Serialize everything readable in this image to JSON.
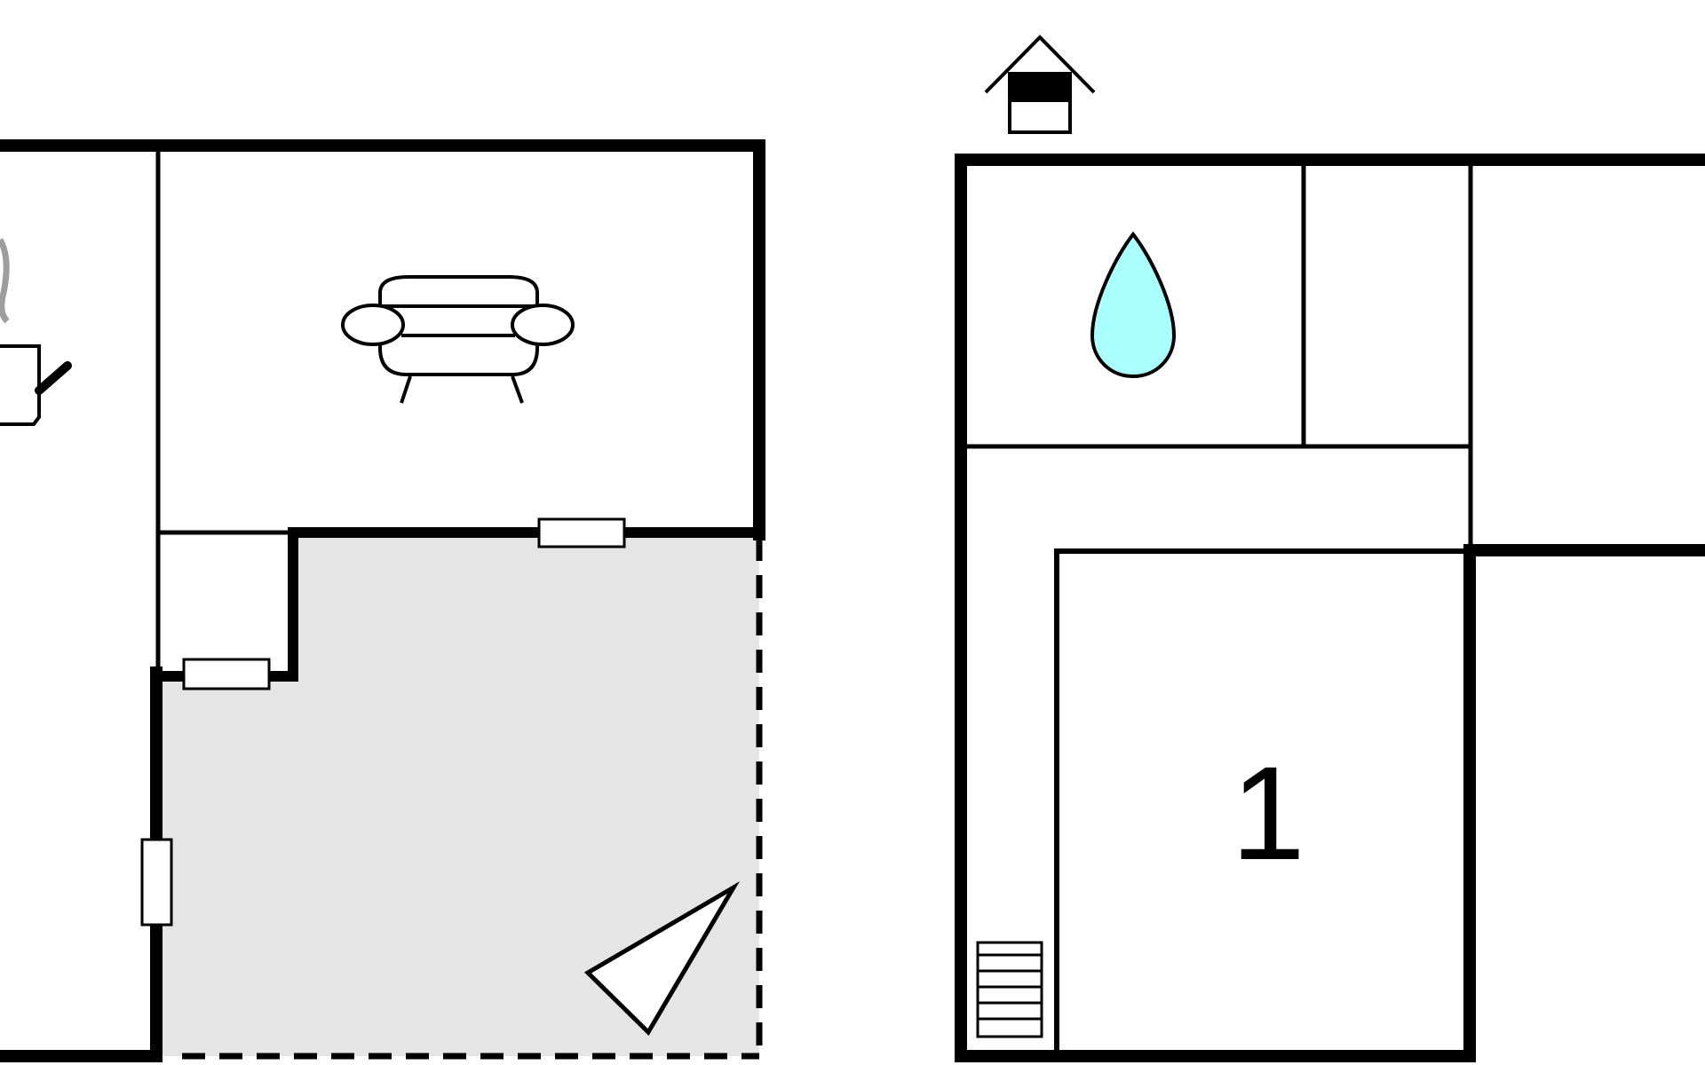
{
  "floorplan": {
    "rooms": [
      {
        "name": "living-room",
        "icon": "armchair-icon"
      },
      {
        "name": "kitchen",
        "icon": "kettle-icon"
      },
      {
        "name": "terrace",
        "icon": "sun-wedge-icon",
        "surface": "#e5e5e5"
      },
      {
        "name": "bathroom",
        "icon": "water-drop-icon",
        "accent": "#aaffff"
      },
      {
        "name": "bedroom",
        "icon": "",
        "number": "1"
      },
      {
        "name": "entrance",
        "icon": "house-entrance-icon"
      },
      {
        "name": "stairs",
        "icon": "stairs-icon"
      }
    ],
    "bedroom_label": "1",
    "colors": {
      "wall": "#000000",
      "terrace": "#e5e5e5",
      "water": "#aaffff",
      "background": "#ffffff"
    }
  }
}
